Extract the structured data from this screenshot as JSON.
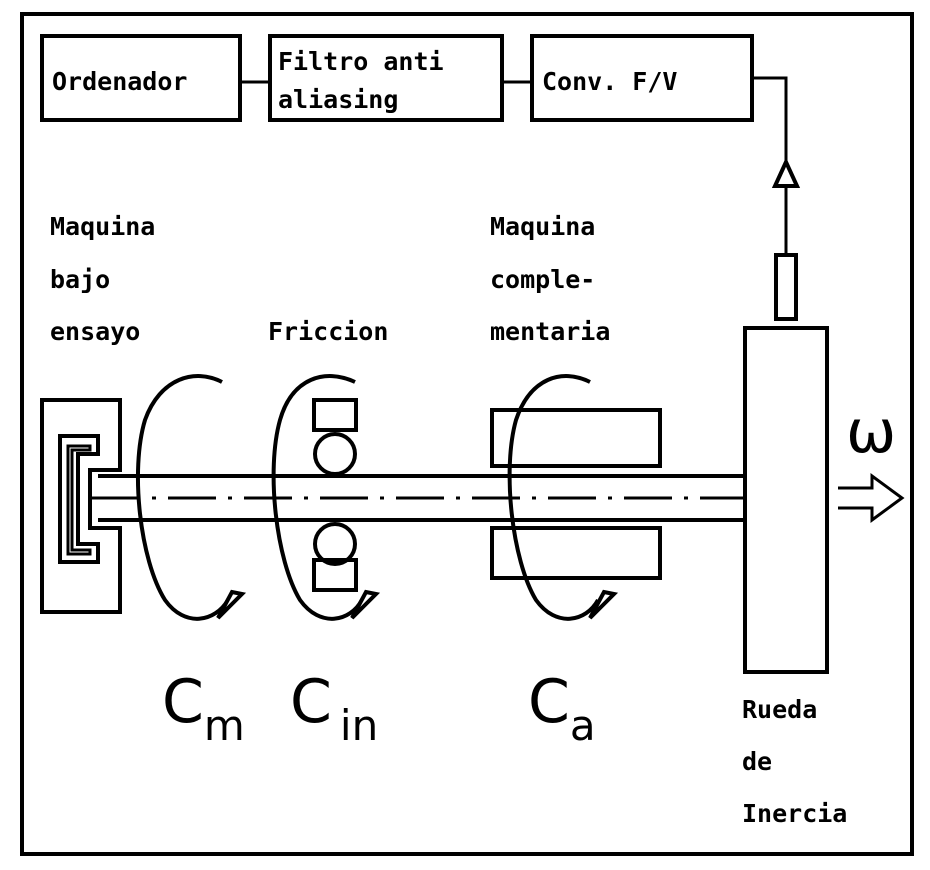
{
  "blocks": {
    "computer": "Ordenador",
    "filter_line1": "Filtro anti",
    "filter_line2": "aliasing",
    "converter": "Conv. F/V"
  },
  "machine_under_test": [
    "Maquina",
    "bajo",
    "ensayo"
  ],
  "friction": "Friccion",
  "complementary_machine": [
    "Maquina",
    "comple-",
    "mentaria"
  ],
  "inertia_wheel": [
    "Rueda",
    "de",
    "Inercia"
  ],
  "angular_speed": "ω",
  "torques": {
    "cm": {
      "symbol": "C",
      "subscript": "m"
    },
    "cin": {
      "symbol": "C",
      "subscript": "in"
    },
    "ca": {
      "symbol": "C",
      "subscript": "a"
    }
  }
}
